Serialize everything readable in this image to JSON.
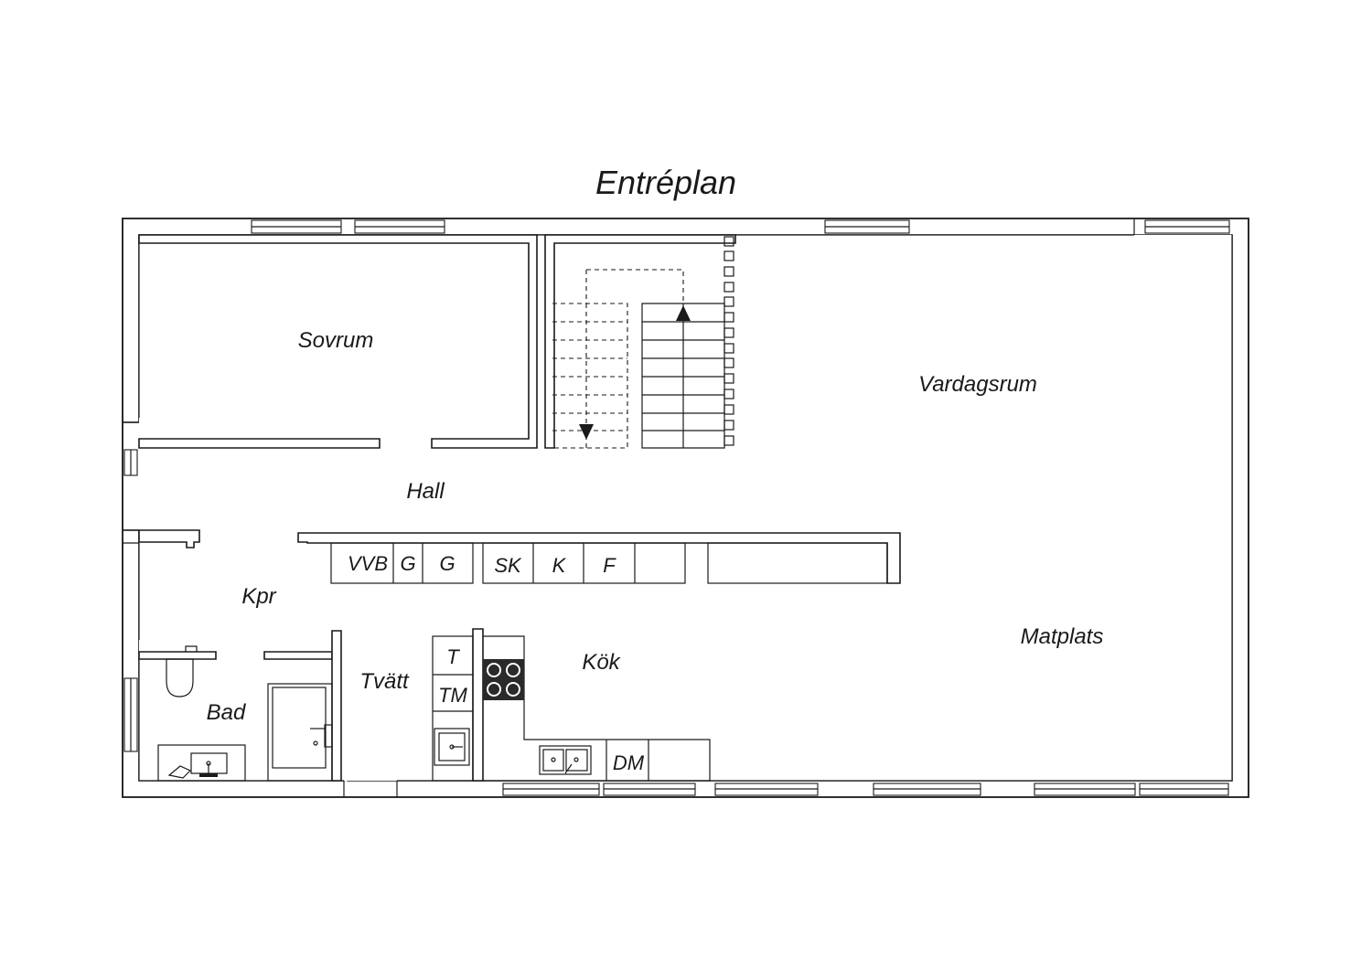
{
  "title": "Entréplan",
  "rooms": {
    "sovrum": "Sovrum",
    "vardagsrum": "Vardagsrum",
    "hall": "Hall",
    "kpr": "Kpr",
    "tvatt": "Tvätt",
    "kok": "Kök",
    "matplats": "Matplats",
    "bad": "Bad"
  },
  "fixtures": {
    "vvb": "VVB",
    "g1": "G",
    "g2": "G",
    "sk": "SK",
    "k": "K",
    "f": "F",
    "t": "T",
    "tm": "TM",
    "dm": "DM"
  },
  "colors": {
    "line": "#1a1a1a",
    "background": "#ffffff",
    "stove": "#2a2a2a"
  }
}
